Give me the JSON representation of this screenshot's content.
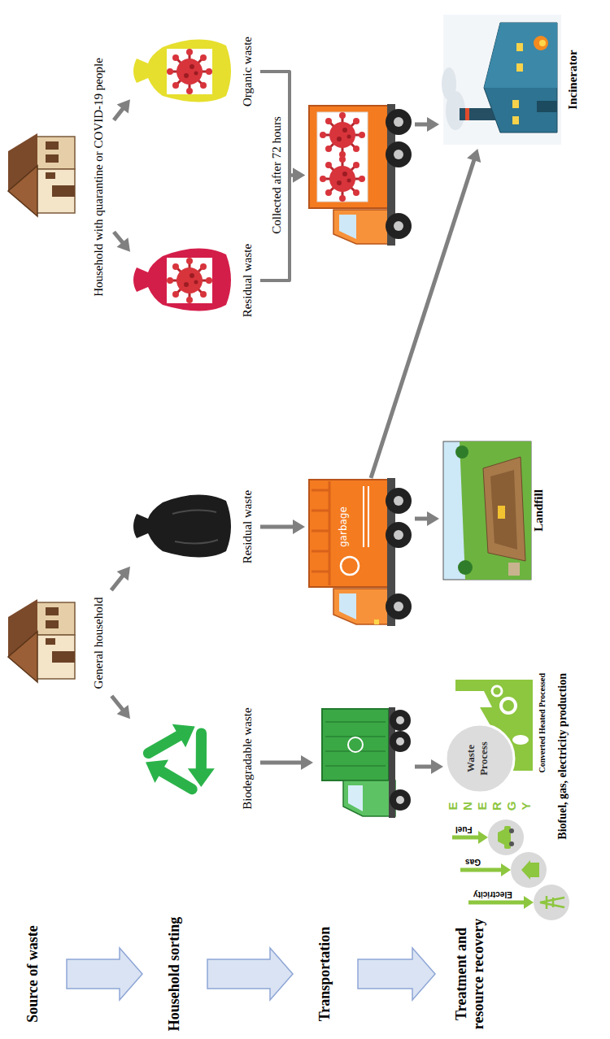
{
  "diagram": {
    "nodes": [
      {
        "text": [
          "Source of waste"
        ]
      },
      {
        "text": [
          "Household sorting"
        ]
      },
      {
        "text": [
          "Transportation"
        ]
      },
      {
        "text": [
          "Treatment and resource recovery"
        ]
      },
      {
        "text": [
          "General household"
        ]
      },
      {
        "text": [
          "Biodegradable waste"
        ]
      },
      {
        "text": [
          "Residual waste"
        ]
      },
      {
        "text": [
          "Household with quarantine or COVID-19 people"
        ]
      },
      {
        "text": [
          "Residual waste"
        ]
      },
      {
        "text": [
          "Organic waste"
        ]
      },
      {
        "text": []
      },
      {
        "text": [
          "garbage"
        ]
      },
      {
        "text": []
      },
      {
        "text": [
          "Waste Process",
          "Converted Heated Processed",
          "Biofuel, gas, electricity production"
        ]
      },
      {
        "text": [
          "Landfill"
        ]
      },
      {
        "text": [
          "Incinerator"
        ]
      }
    ],
    "edges": [
      {
        "from": 0,
        "to": 1,
        "arrow": "to"
      },
      {
        "from": 1,
        "to": 2,
        "arrow": "to"
      },
      {
        "from": 2,
        "to": 3,
        "arrow": "to"
      },
      {
        "from": 4,
        "to": 5,
        "arrow": "to"
      },
      {
        "from": 4,
        "to": 6,
        "arrow": "to"
      },
      {
        "from": 7,
        "to": 8,
        "arrow": "to"
      },
      {
        "from": 7,
        "to": 9,
        "arrow": "to"
      },
      {
        "from": 5,
        "to": 10,
        "arrow": "to"
      },
      {
        "from": 6,
        "to": 11,
        "arrow": "to"
      },
      {
        "from": 8,
        "to": 12,
        "arrow": "to",
        "label": "Collected after 72 hours"
      },
      {
        "from": 9,
        "to": 12,
        "arrow": "to"
      },
      {
        "from": 10,
        "to": 13,
        "arrow": "to"
      },
      {
        "from": 11,
        "to": 14,
        "arrow": "to"
      },
      {
        "from": 11,
        "to": 15,
        "arrow": "to"
      },
      {
        "from": 12,
        "to": 15,
        "arrow": "to"
      }
    ],
    "labels": [
      "ENERGY",
      "Fuel",
      "Gas",
      "Electricity"
    ]
  }
}
